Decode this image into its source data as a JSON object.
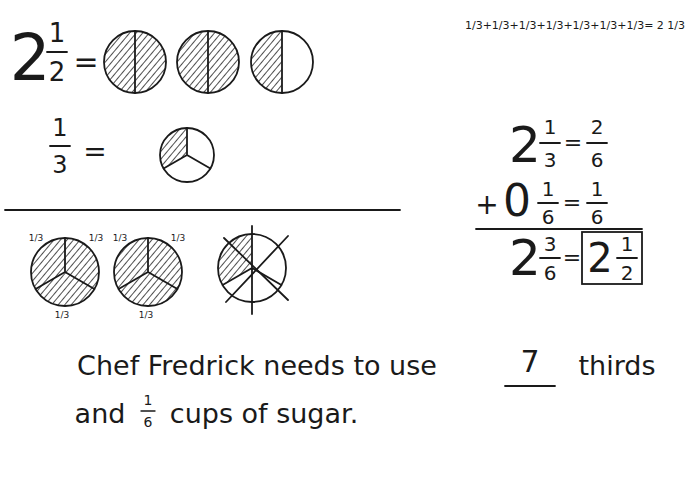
{
  "diagram": {
    "labels": [
      "2",
      "1",
      "2",
      "=",
      "1",
      "3",
      "=",
      "1/3",
      "1/3",
      "1/3",
      "1/3",
      "1/3",
      "1/3",
      "1/3+1/3+1/3+1/3+1/3+1/3+1/3= 2 1/3",
      "2",
      "1",
      "3",
      "=",
      "2",
      "6",
      "+",
      "0",
      "1",
      "6",
      "=",
      "1",
      "6",
      "2",
      "3",
      "6",
      "=",
      "2",
      "1",
      "2",
      "Chef Fredrick needs to use",
      "7",
      "thirds",
      "and",
      "1",
      "6",
      "cups of sugar."
    ]
  }
}
